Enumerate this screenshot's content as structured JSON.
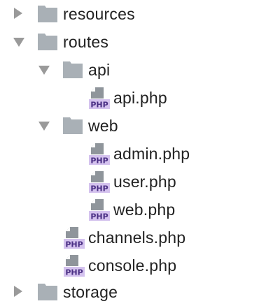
{
  "tree": {
    "items": [
      {
        "label": "resources",
        "kind": "folder",
        "expanded": false,
        "depth": 0
      },
      {
        "label": "routes",
        "kind": "folder",
        "expanded": true,
        "depth": 0
      },
      {
        "label": "api",
        "kind": "folder",
        "expanded": true,
        "depth": 1
      },
      {
        "label": "api.php",
        "kind": "php-file",
        "depth": 2
      },
      {
        "label": "web",
        "kind": "folder",
        "expanded": true,
        "depth": 1
      },
      {
        "label": "admin.php",
        "kind": "php-file",
        "depth": 2
      },
      {
        "label": "user.php",
        "kind": "php-file",
        "depth": 2
      },
      {
        "label": "web.php",
        "kind": "php-file",
        "depth": 2
      },
      {
        "label": "channels.php",
        "kind": "php-file",
        "depth": 1
      },
      {
        "label": "console.php",
        "kind": "php-file",
        "depth": 1
      },
      {
        "label": "storage",
        "kind": "folder",
        "expanded": false,
        "depth": 0
      }
    ],
    "php_badge": "PHP"
  },
  "colors": {
    "arrow": "#9a9a9a",
    "folder": "#a9b0b6",
    "php_badge_bg": "#d4c2ee",
    "php_badge_text": "#4a2f84",
    "file_page": "#8f959b",
    "text": "#222222"
  }
}
